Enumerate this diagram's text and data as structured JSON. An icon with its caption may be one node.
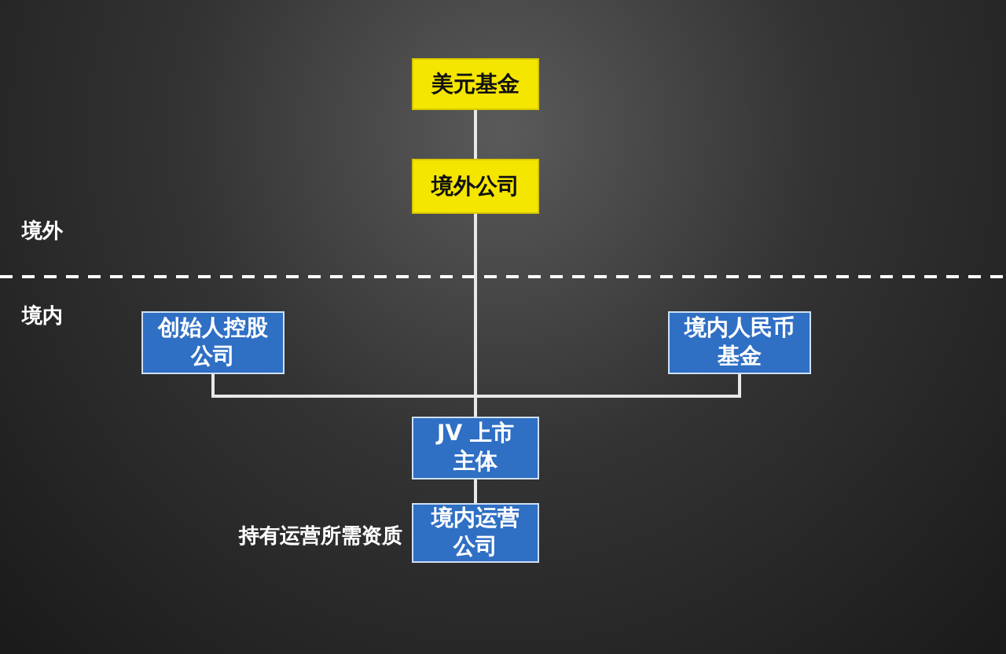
{
  "diagram": {
    "nodes": [
      {
        "text": [
          "美元基金"
        ]
      },
      {
        "text": [
          "境外公司"
        ]
      },
      {
        "text": [
          "创始人控股公司"
        ]
      },
      {
        "text": [
          "境内人民币基金"
        ]
      },
      {
        "text": [
          "JV 上市主体"
        ]
      },
      {
        "text": [
          "境内运营公司"
        ],
        "beside": [
          "持有运营所需资质"
        ]
      }
    ],
    "edges": [
      {
        "from": 0,
        "to": 1,
        "arrow": "none"
      },
      {
        "from": 1,
        "to": 4,
        "arrow": "none"
      },
      {
        "from": 2,
        "to": 4,
        "arrow": "none"
      },
      {
        "from": 3,
        "to": 4,
        "arrow": "none"
      },
      {
        "from": 4,
        "to": 5,
        "arrow": "none"
      }
    ],
    "labels": [
      "境外",
      "境内"
    ]
  }
}
